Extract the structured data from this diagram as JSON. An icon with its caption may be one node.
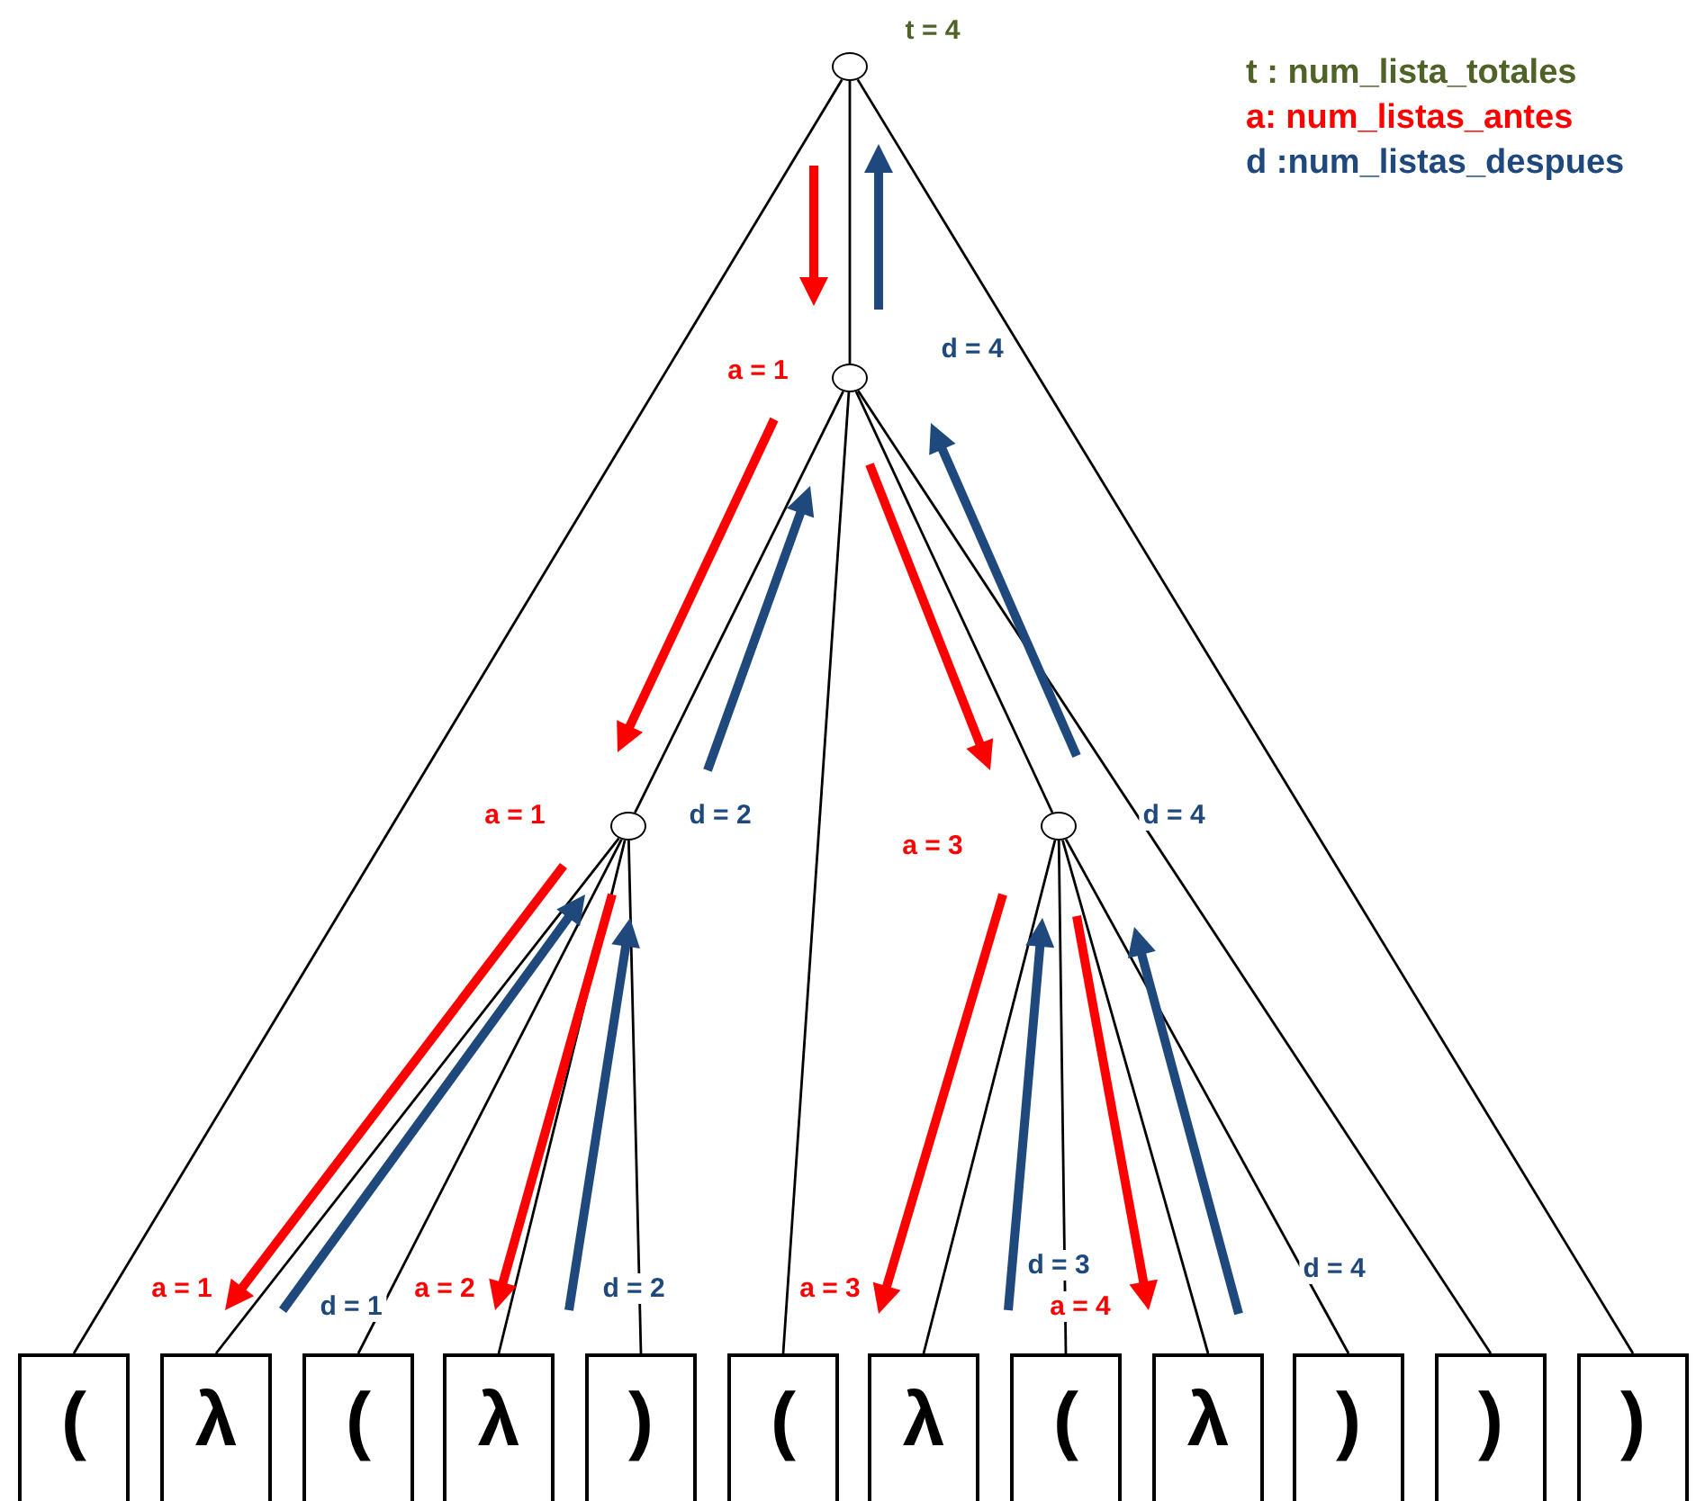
{
  "diagram": {
    "nodes": [
      {
        "text": [],
        "shape": "circle",
        "beside": [
          "t = 4"
        ]
      },
      {
        "text": [],
        "shape": "circle",
        "beside": [
          "a = 1",
          "d = 4"
        ]
      },
      {
        "text": [],
        "shape": "circle",
        "beside": [
          "a = 1",
          "d = 2"
        ]
      },
      {
        "text": [],
        "shape": "circle",
        "beside": [
          "a = 3",
          "d = 4"
        ]
      },
      {
        "text": [
          "("
        ]
      },
      {
        "text": [
          "λ"
        ]
      },
      {
        "text": [
          "("
        ]
      },
      {
        "text": [
          "λ"
        ]
      },
      {
        "text": [
          ")"
        ]
      },
      {
        "text": [
          "("
        ]
      },
      {
        "text": [
          "λ"
        ]
      },
      {
        "text": [
          "("
        ]
      },
      {
        "text": [
          "λ"
        ]
      },
      {
        "text": [
          ")"
        ]
      },
      {
        "text": [
          ")"
        ]
      },
      {
        "text": [
          ")"
        ]
      }
    ],
    "edges": [
      {
        "from": 0,
        "to": 4,
        "arrow": "none"
      },
      {
        "from": 0,
        "to": 1,
        "arrow": "none"
      },
      {
        "from": 0,
        "to": 15,
        "arrow": "none"
      },
      {
        "from": 1,
        "to": 2,
        "arrow": "none"
      },
      {
        "from": 1,
        "to": 9,
        "arrow": "none"
      },
      {
        "from": 1,
        "to": 3,
        "arrow": "none"
      },
      {
        "from": 1,
        "to": 14,
        "arrow": "none"
      },
      {
        "from": 2,
        "to": 5,
        "arrow": "none"
      },
      {
        "from": 2,
        "to": 6,
        "arrow": "none"
      },
      {
        "from": 2,
        "to": 7,
        "arrow": "none"
      },
      {
        "from": 2,
        "to": 8,
        "arrow": "none"
      },
      {
        "from": 3,
        "to": 10,
        "arrow": "none"
      },
      {
        "from": 3,
        "to": 11,
        "arrow": "none"
      },
      {
        "from": 3,
        "to": 12,
        "arrow": "none"
      },
      {
        "from": 3,
        "to": 13,
        "arrow": "none"
      }
    ],
    "labels": [
      "a = 1",
      "d = 1",
      "a = 2",
      "d = 2",
      "a = 3",
      "d = 3",
      "a = 4",
      "d = 4"
    ],
    "legend": [
      {
        "text": "t : num_lista_totales",
        "color": "#4f6228"
      },
      {
        "text": "a: num_listas_antes",
        "color": "#ff0000"
      },
      {
        "text": "d :num_listas_despues",
        "color": "#1f497d"
      }
    ]
  }
}
